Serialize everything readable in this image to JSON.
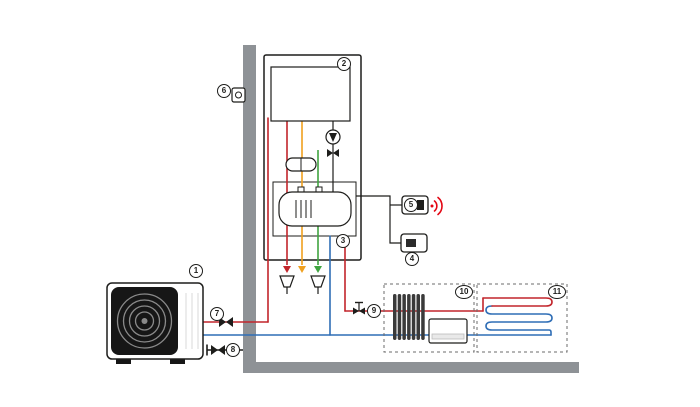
{
  "labels": {
    "heat_pump": "1",
    "indoor_unit": "2",
    "dhw_tank": "3",
    "room_thermostat": "4",
    "wireless_module": "5",
    "outdoor_sensor": "6",
    "service_valve": "7",
    "drain_valve": "8",
    "circuit_valve": "9",
    "radiator_circuit": "10",
    "underfloor_circuit": "11"
  },
  "colors": {
    "pipe_red": "#c2252b",
    "pipe_blue": "#2f6eb6",
    "pipe_orange": "#f0a01e",
    "pipe_green": "#3fa43f",
    "line_dark": "#1d1d1b",
    "wall_gray": "#8e9296",
    "radiator_gray": "#3a3a3a",
    "fan_black": "#161616",
    "fan_grille": "#8a8a8a",
    "wifi_red": "#e30613",
    "dash_gray": "#6b6b6b"
  }
}
